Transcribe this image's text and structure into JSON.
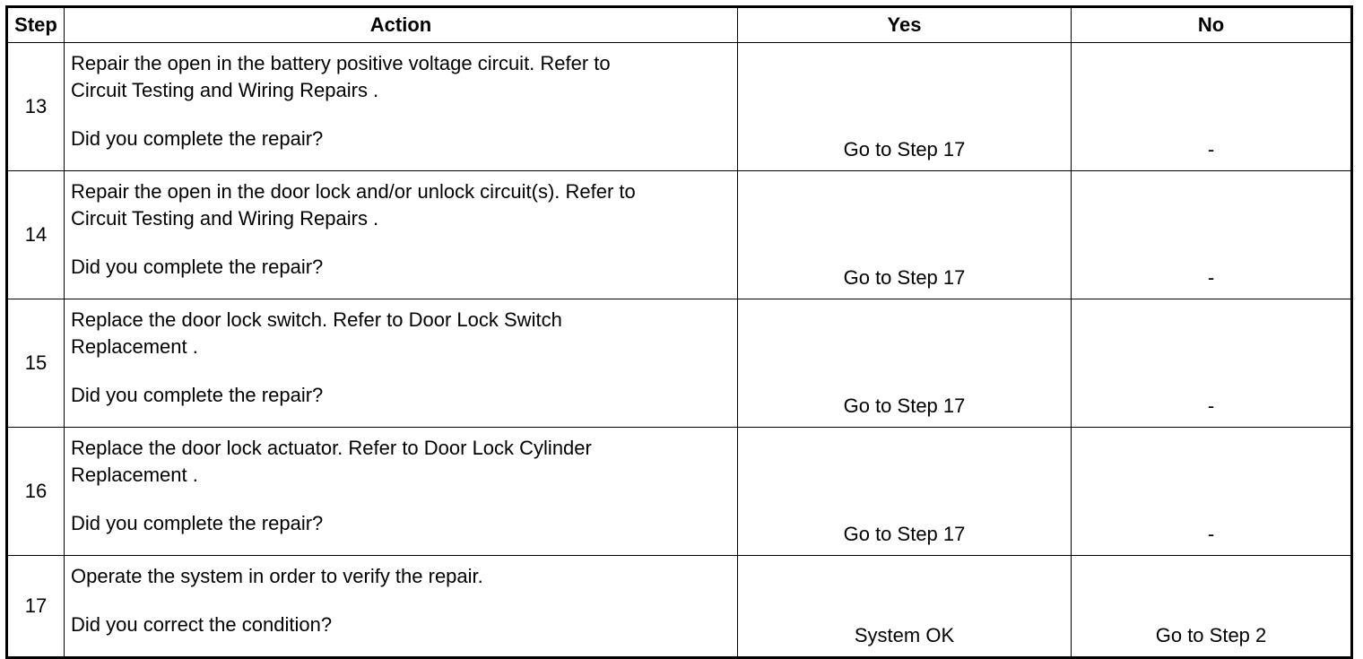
{
  "headers": {
    "step": "Step",
    "action": "Action",
    "yes": "Yes",
    "no": "No"
  },
  "rows": [
    {
      "step": "13",
      "action": "Repair the open in the battery positive voltage circuit. Refer to",
      "action2": "Circuit Testing and Wiring Repairs .",
      "question": "Did you complete the repair?",
      "yes": "Go to Step 17",
      "no": "-"
    },
    {
      "step": "14",
      "action": "Repair the open in the door lock and/or unlock circuit(s). Refer to",
      "action2": "Circuit Testing and Wiring Repairs .",
      "question": "Did you complete the repair?",
      "yes": "Go to Step 17",
      "no": "-"
    },
    {
      "step": "15",
      "action": "Replace the door lock switch. Refer to Door Lock Switch",
      "action2": "Replacement .",
      "question": "Did you complete the repair?",
      "yes": "Go to Step 17",
      "no": "-"
    },
    {
      "step": "16",
      "action": "Replace the door lock actuator. Refer to Door Lock Cylinder",
      "action2": "Replacement .",
      "question": "Did you complete the repair?",
      "yes": "Go to Step 17",
      "no": "-"
    },
    {
      "step": "17",
      "action": "Operate the system in order to verify the repair.",
      "question": "Did you correct the condition?",
      "yes": "System OK",
      "no": "Go to Step 2"
    }
  ]
}
